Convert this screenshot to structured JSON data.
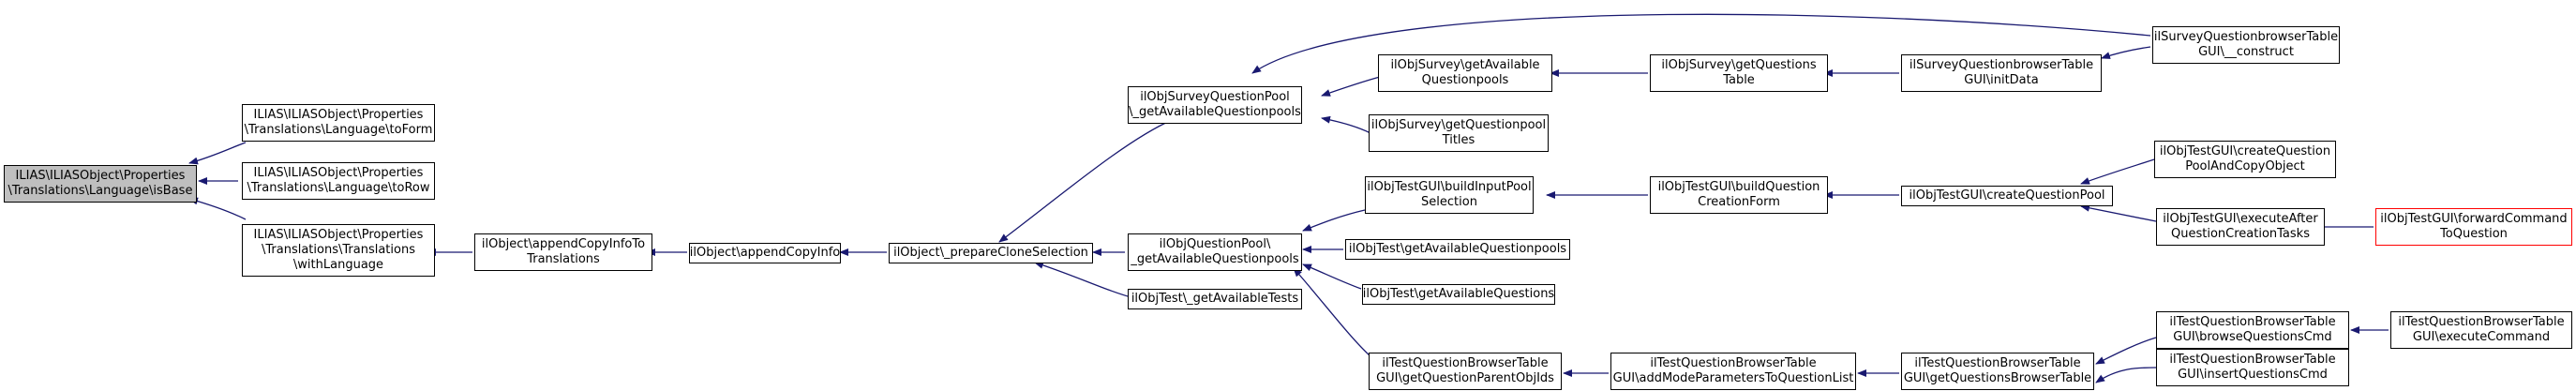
{
  "colors": {
    "edge": "#191970",
    "node_border": "#000000",
    "root_fill": "#bfbfbf",
    "highlight_border": "#ff0000",
    "background": "#ffffff"
  },
  "nodes": {
    "isBase": "ILIAS\\ILIASObject\\Properties\n\\Translations\\Language\\isBase",
    "toForm": "ILIAS\\ILIASObject\\Properties\n\\Translations\\Language\\toForm",
    "toRow": "ILIAS\\ILIASObject\\Properties\n\\Translations\\Language\\toRow",
    "withLanguage": "ILIAS\\ILIASObject\\Properties\n\\Translations\\Translations\n\\withLanguage",
    "appendCopyInfoToTranslations": "ilObject\\appendCopyInfoTo\nTranslations",
    "appendCopyInfo": "ilObject\\appendCopyInfo",
    "prepareCloneSelection": "ilObject\\_prepareCloneSelection",
    "surveyPoolGetAvailableQuestionpools": "ilObjSurveyQuestionPool\n\\_getAvailableQuestionpools",
    "questionPoolGetAvailableQuestionpools": "ilObjQuestionPool\\\n_getAvailableQuestionpools",
    "objTestGetAvailableTests": "ilObjTest\\_getAvailableTests",
    "surveyGetAvailableQuestionpools": "ilObjSurvey\\getAvailable\nQuestionpools",
    "surveyGetQuestionpoolTitles": "ilObjSurvey\\getQuestionpool\nTitles",
    "surveyGetQuestionsTable": "ilObjSurvey\\getQuestions\nTable",
    "surveyTableInitData": "ilSurveyQuestionbrowserTable\nGUI\\initData",
    "surveyTableConstruct": "ilSurveyQuestionbrowserTable\nGUI\\__construct",
    "buildInputPoolSelection": "ilObjTestGUI\\buildInputPool\nSelection",
    "objTestGetAvailableQuestionpools": "ilObjTest\\getAvailableQuestionpools",
    "objTestGetAvailableQuestions": "ilObjTest\\getAvailableQuestions",
    "getQuestionParentObjIds": "ilTestQuestionBrowserTable\nGUI\\getQuestionParentObjIds",
    "buildQuestionCreationForm": "ilObjTestGUI\\buildQuestion\nCreationForm",
    "createQuestionPool": "ilObjTestGUI\\createQuestionPool",
    "createQuestionPoolAndCopyObject": "ilObjTestGUI\\createQuestion\nPoolAndCopyObject",
    "executeAfterQuestionCreationTasks": "ilObjTestGUI\\executeAfter\nQuestionCreationTasks",
    "forwardCommandToQuestion": "ilObjTestGUI\\forwardCommand\nToQuestion",
    "addModeParametersToQuestionList": "ilTestQuestionBrowserTable\nGUI\\addModeParametersToQuestionList",
    "getQuestionsBrowserTable": "ilTestQuestionBrowserTable\nGUI\\getQuestionsBrowserTable",
    "browseQuestionsCmd": "ilTestQuestionBrowserTable\nGUI\\browseQuestionsCmd",
    "executeCommand": "ilTestQuestionBrowserTable\nGUI\\executeCommand",
    "insertQuestionsCmd": "ilTestQuestionBrowserTable\nGUI\\insertQuestionsCmd"
  }
}
